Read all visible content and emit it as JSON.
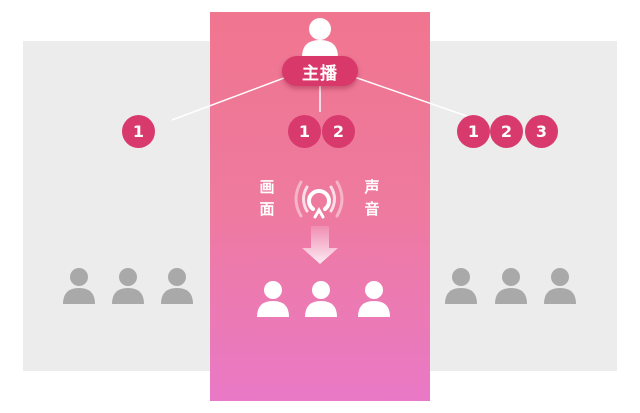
{
  "diagram": {
    "host": {
      "label": "主播"
    },
    "left_group": {
      "numbers": [
        "1"
      ],
      "audience_count": 3
    },
    "center_group": {
      "numbers": [
        "1",
        "2"
      ],
      "label_left": [
        "画",
        "面"
      ],
      "label_right": [
        "声",
        "音"
      ],
      "audience_count": 3
    },
    "right_group": {
      "numbers": [
        "1",
        "2",
        "3"
      ],
      "audience_count": 3
    },
    "colors": {
      "gray_panel": "#ececec",
      "pink_top": "#f0758f",
      "pink_bottom": "#e979c6",
      "badge": "#d8386a",
      "number_circle": "#d83a6e",
      "gray_avatar": "#a9a9a9",
      "white_avatar": "#ffffff"
    },
    "icons": {
      "host": "user-icon",
      "signal": "broadcast-icon",
      "arrow": "arrow-down-icon",
      "audience": "user-icon"
    }
  }
}
